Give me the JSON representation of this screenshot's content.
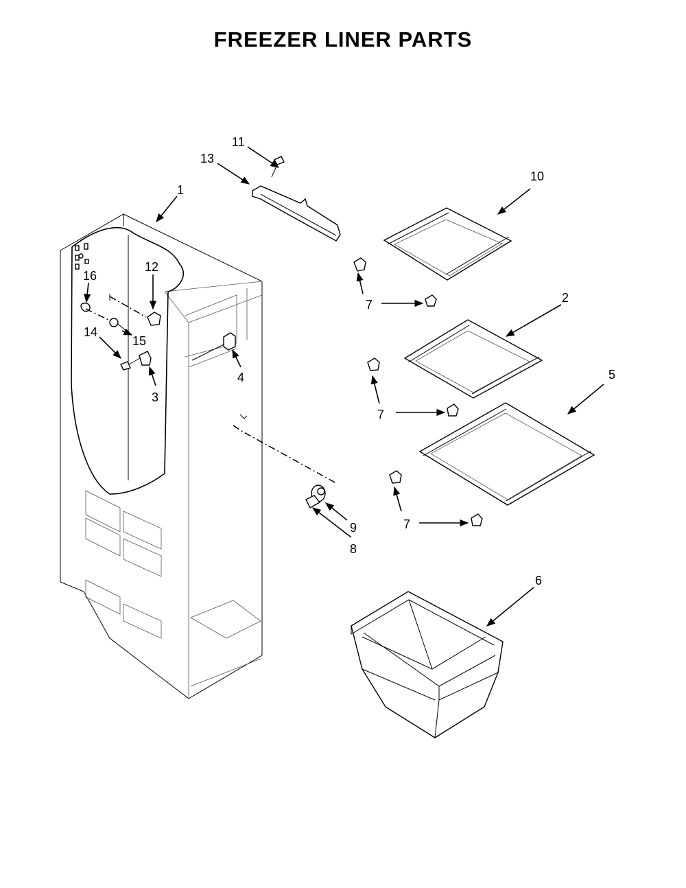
{
  "title": "FREEZER LINER PARTS",
  "callouts": [
    {
      "id": "1",
      "label": "1"
    },
    {
      "id": "2",
      "label": "2"
    },
    {
      "id": "3",
      "label": "3"
    },
    {
      "id": "4",
      "label": "4"
    },
    {
      "id": "5",
      "label": "5"
    },
    {
      "id": "6",
      "label": "6"
    },
    {
      "id": "7a",
      "label": "7"
    },
    {
      "id": "7b",
      "label": "7"
    },
    {
      "id": "7c",
      "label": "7"
    },
    {
      "id": "8",
      "label": "8"
    },
    {
      "id": "9",
      "label": "9"
    },
    {
      "id": "10",
      "label": "10"
    },
    {
      "id": "11",
      "label": "11"
    },
    {
      "id": "12",
      "label": "12"
    },
    {
      "id": "13",
      "label": "13"
    },
    {
      "id": "14",
      "label": "14"
    },
    {
      "id": "15",
      "label": "15"
    },
    {
      "id": "16",
      "label": "16"
    }
  ]
}
